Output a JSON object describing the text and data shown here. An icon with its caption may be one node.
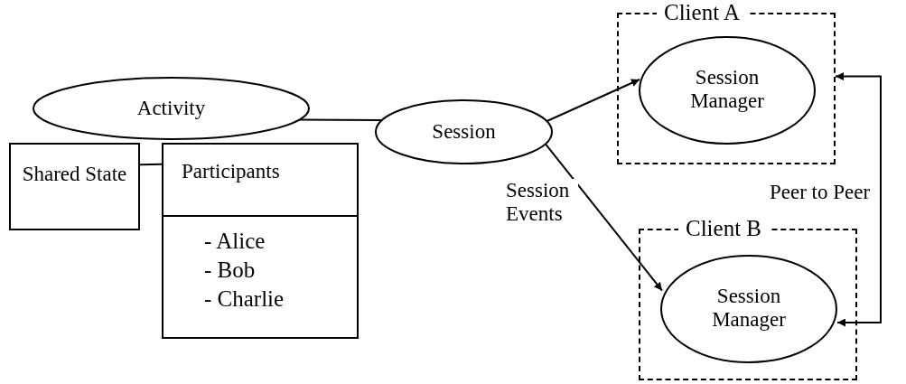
{
  "diagram": {
    "nodes": [
      {
        "text": [
          "Activity"
        ]
      },
      {
        "text": [
          "Shared State"
        ]
      },
      {
        "text": [
          "Participants",
          "- Alice",
          "- Bob",
          "- Charlie"
        ]
      },
      {
        "text": [
          "Session"
        ]
      },
      {
        "text": [
          "Client A"
        ]
      },
      {
        "text": [
          "Session Manager"
        ],
        "in": 4
      },
      {
        "text": [
          "Client B"
        ]
      },
      {
        "text": [
          "Session Manager"
        ],
        "in": 6
      }
    ],
    "edges": [
      {
        "from": 0,
        "to": 3,
        "arrow": "none"
      },
      {
        "from": 1,
        "to": 2,
        "arrow": "none"
      },
      {
        "from": 3,
        "to": 5,
        "arrow": "to"
      },
      {
        "from": 3,
        "to": 7,
        "arrow": "to",
        "label": "Session Events"
      },
      {
        "from": 4,
        "to": 7,
        "arrow": "both",
        "label": "Peer to Peer"
      }
    ]
  }
}
